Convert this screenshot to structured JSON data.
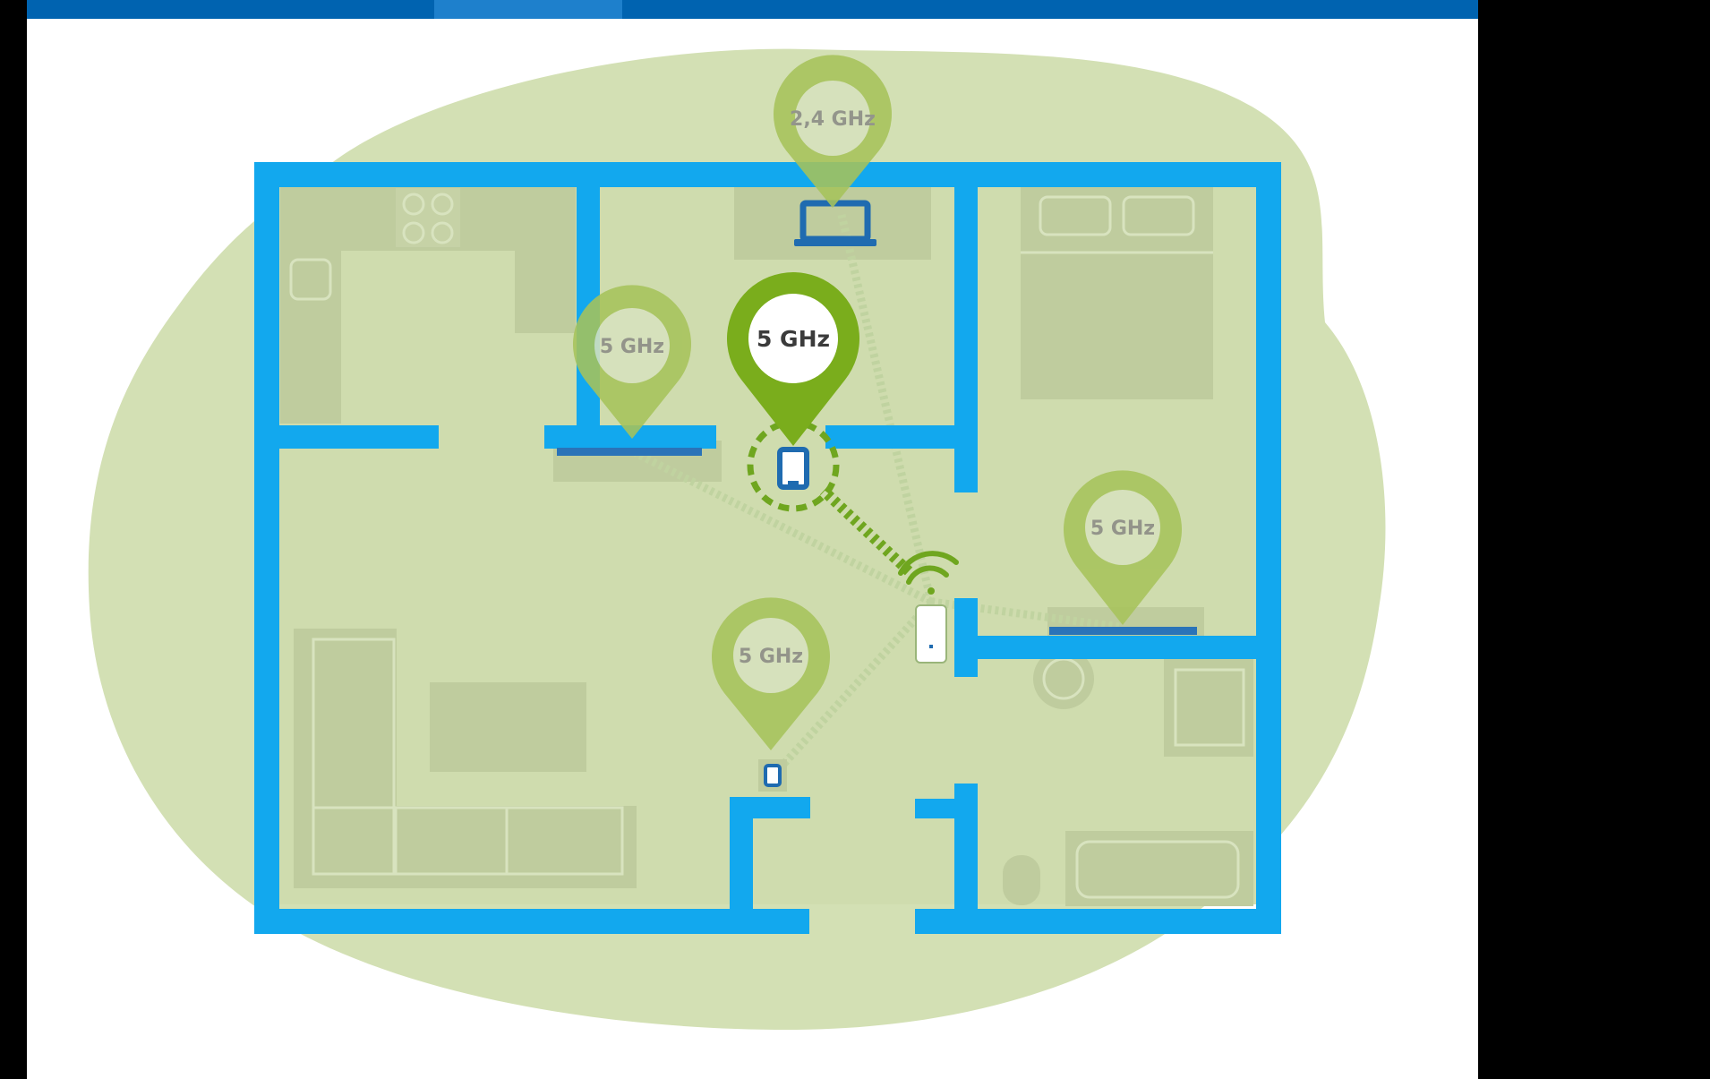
{
  "colors": {
    "background": "#000000",
    "canvas": "#ffffff",
    "top_bar": "#0063b0",
    "top_bar_highlight": "#1e80cc",
    "blob": "#d3e0b4",
    "room_floor": "#cfdcae",
    "furniture": "#bfcc9e",
    "wall": "#12a8ee",
    "pin": "#a7c35b",
    "pin_active": "#7aad1c",
    "pin_text": "#8b8b86",
    "pin_text_active": "#3b3b3b",
    "device": "#1f6bb0",
    "signal_dashes": "#c0d3a0",
    "signal_active": "#6fa61f"
  },
  "pins": [
    {
      "id": "pin-24ghz",
      "label": "2,4 GHz",
      "active": false
    },
    {
      "id": "pin-5ghz-left",
      "label": "5 GHz",
      "active": false
    },
    {
      "id": "pin-5ghz-center",
      "label": "5 GHz",
      "active": true
    },
    {
      "id": "pin-5ghz-right",
      "label": "5 GHz",
      "active": false
    },
    {
      "id": "pin-5ghz-bottom",
      "label": "5 GHz",
      "active": false
    }
  ],
  "icons": {
    "laptop": "laptop-icon",
    "tablet": "tablet-icon",
    "phone": "phone-icon",
    "wifi": "wifi-icon",
    "repeater": "wifi-repeater-icon"
  }
}
